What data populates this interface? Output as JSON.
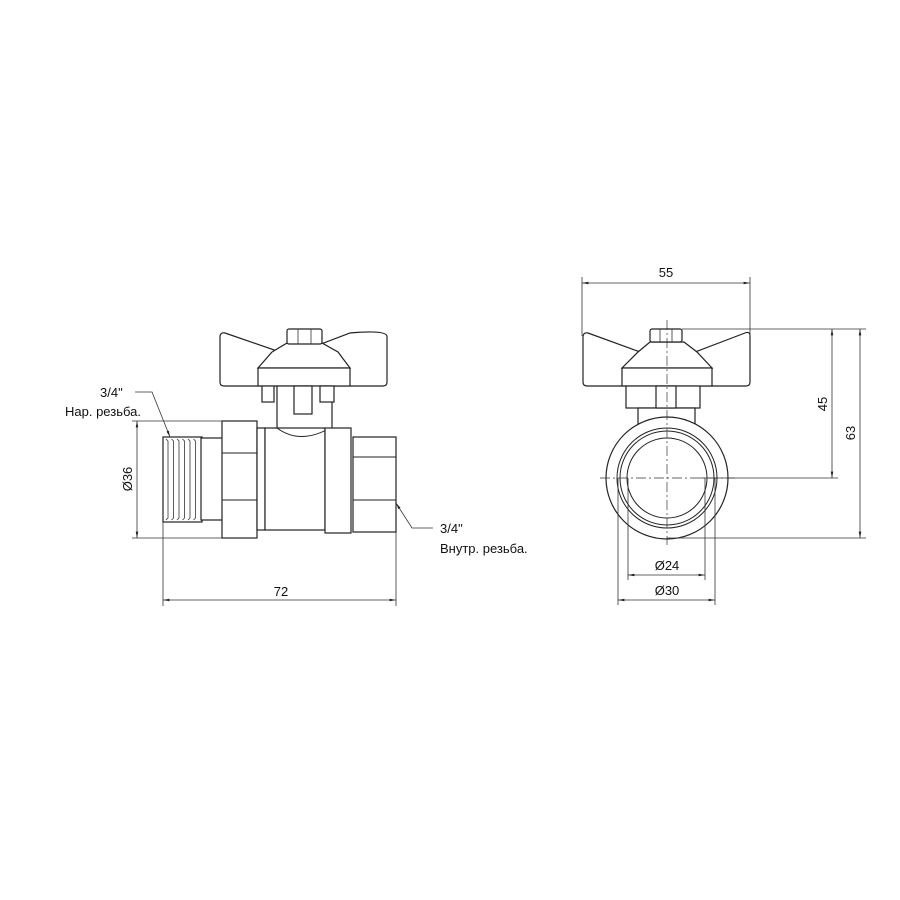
{
  "side_view": {
    "male_thread_size": "3/4\"",
    "male_thread_label": "Нар. резьба.",
    "female_thread_size": "3/4\"",
    "female_thread_label": "Внутр. резьба.",
    "diameter_dim": "Ø36",
    "length_dim": "72"
  },
  "front_view": {
    "width_dim": "55",
    "height_center_dim": "45",
    "height_total_dim": "63",
    "inner_diameter_dim": "Ø24",
    "outer_diameter_dim": "Ø30"
  }
}
